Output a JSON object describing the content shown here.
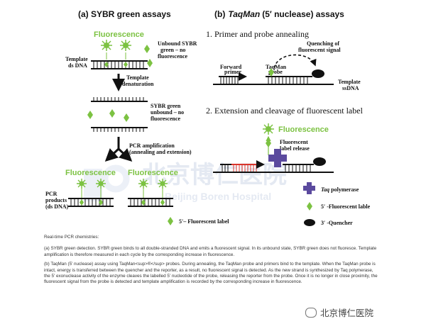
{
  "panel_a": {
    "title": "(a)  SYBR green assays",
    "fluorescence": "Fluorescence",
    "unbound_l1": "Unbound SYBR",
    "unbound_l2": "green – no",
    "unbound_l3": "fluorescence",
    "template_l1": "Template",
    "template_l2": "ds DNA",
    "denat_l1": "Template",
    "denat_l2": "denaturation",
    "sybr_l1": "SYBR green",
    "sybr_l2": "unbound – no",
    "sybr_l3": "fluorescence",
    "pcr_l1": "PCR amplification",
    "pcr_l2": "(annealing and extension)",
    "products_l1": "PCR",
    "products_l2": "products",
    "products_l3": "(ds DNA)",
    "fluor_label": "5'– Fluorescent label"
  },
  "panel_b": {
    "title_prefix": "(b)",
    "title_italic": "TaqMan",
    "title_rest": "(5′ nuclease) assays",
    "step1": "1. Primer and probe annealing",
    "quench_l1": "Quenching of",
    "quench_l2": "fluorescent signal",
    "fwd_l1": "Forward",
    "fwd_l2": "primer",
    "probe_l1": "TaqMan",
    "probe_l2": "probe",
    "tmpl_l1": "Template",
    "tmpl_l2": "ssDNA",
    "step2": "2. Extension and cleavage of fluorescent label",
    "fluorescence": "Fluorescence",
    "release_l1": "Fluorescent",
    "release_l2": "label release",
    "legend_taq_italic": "Taq",
    "legend_taq_rest": "polymerase",
    "legend_fluor": "5′ -Fluorescent lable",
    "legend_quencher": "3′ -Quencher"
  },
  "watermark": {
    "cn": "北京博仁医院",
    "en": "Beijing Boren Hospital"
  },
  "caption": {
    "title": "Real-time PCR chemistries:",
    "para_a": "(a)   SYBR green detection. SYBR green binds to all double-stranded DNA and emits a fluorescent signal. In its unbound state, SYBR green does not fluoresce. Template amplification is therefore measured in each cycle by the corresponding increase in fluorescence.",
    "para_b": "(b) TaqMan (5' nuclease) assay using TaqMan<sup>®</sup> probes. During annealing, the TaqMan probe and primers bind to the template. When the TaqMan probe is intact, energy is transferred between the quencher and the reporter, as a result, no fluorescent signal is detected. As the new strand is synthesized by Taq polymerase, the 5' exonuclease activity of the enzyme cleaves the labelled 5' nucleotide of the probe, releasing the reporter from the probe. Once it is no longer in close proximity, the fluorescent signal from the probe is detected and template amplification is recorded by the corresponding increase in fluorescence."
  },
  "brand": "北京博仁医院",
  "colors": {
    "fluor_green": "#7cc242",
    "polymerase_purple": "#5b4a9e",
    "watermark_blue": "#cfd8e8",
    "new_strand_red": "#d9342b"
  }
}
